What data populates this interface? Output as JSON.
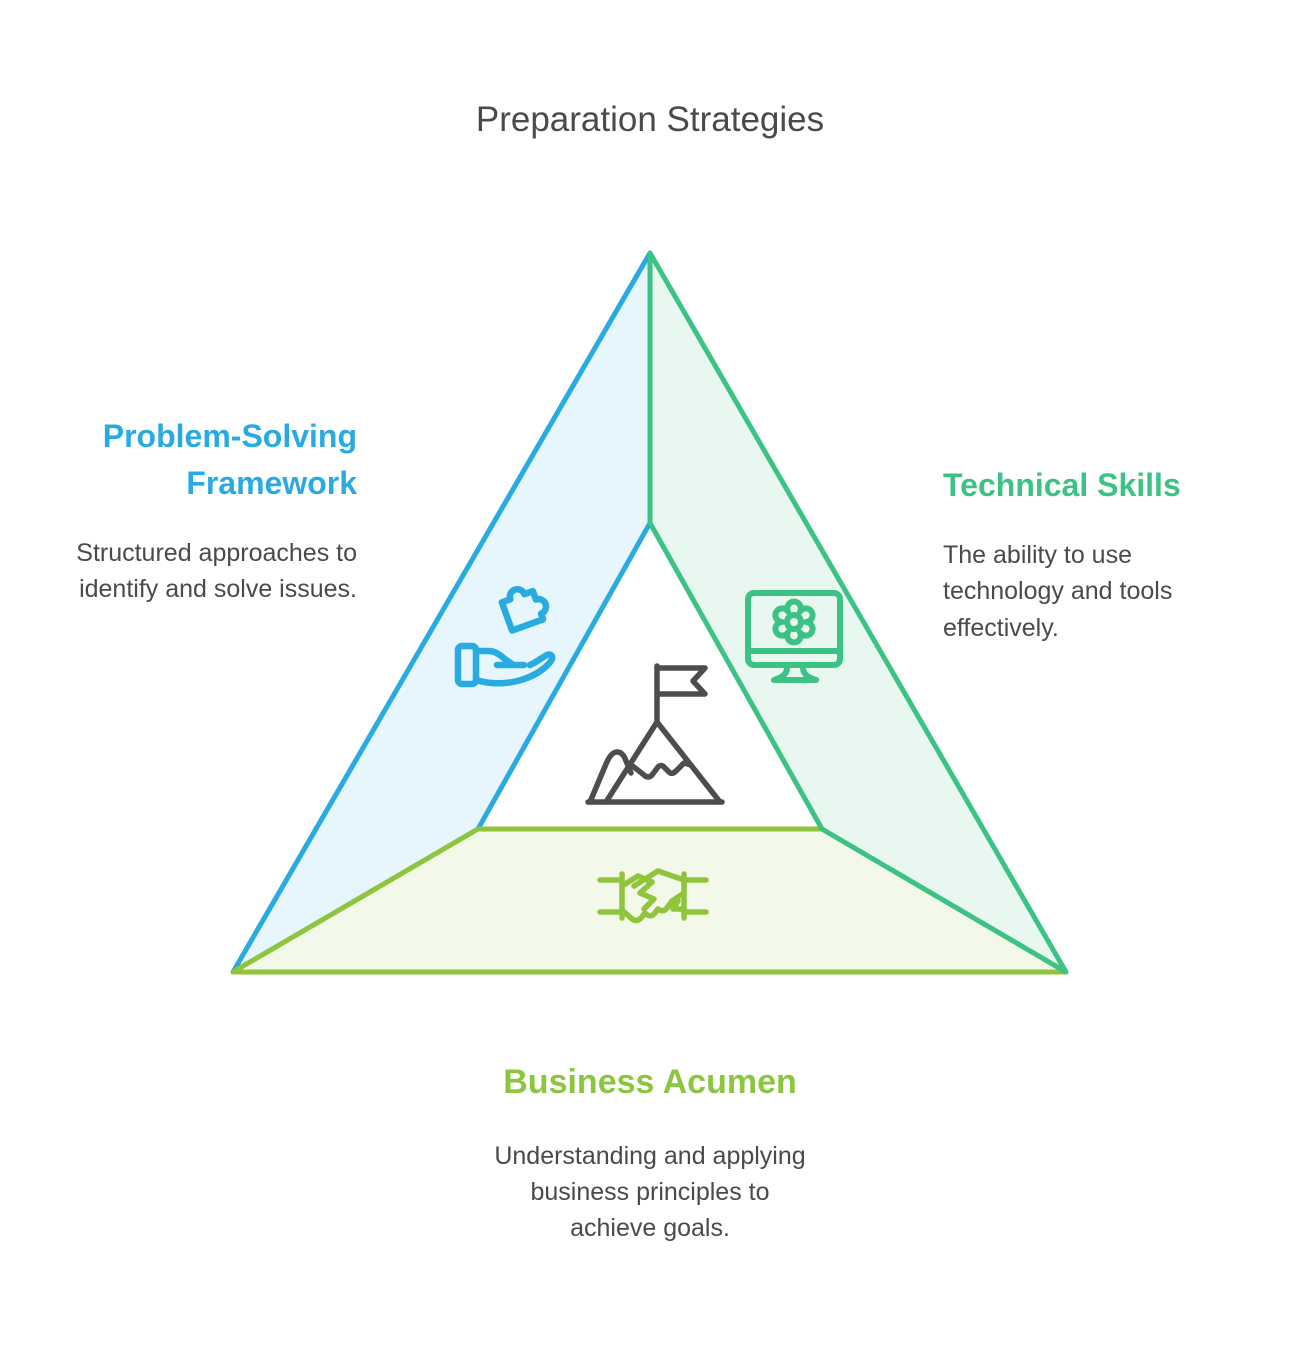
{
  "title": "Preparation Strategies",
  "colors": {
    "blue": "#29abe2",
    "green": "#3dc285",
    "lime": "#8fc43c",
    "lime_text": "#8cc63f",
    "blue_fill": "#e6f6fc",
    "green_fill": "#e8f8f0",
    "lime_fill": "#f3f9e8",
    "text_dark": "#4a4a4a",
    "icon_dark": "#4d4d4d"
  },
  "sections": [
    {
      "id": "problem-solving-framework",
      "heading": "Problem-Solving Framework",
      "description": "Structured approaches to identify and solve issues.",
      "color": "#29abe2",
      "icon": "hand-puzzle-icon",
      "position": "left"
    },
    {
      "id": "technical-skills",
      "heading": "Technical Skills",
      "description": "The ability to use technology and tools effectively.",
      "color": "#3dc285",
      "icon": "monitor-gear-icon",
      "position": "right"
    },
    {
      "id": "business-acumen",
      "heading": "Business Acumen",
      "description": "Understanding and applying business principles to achieve goals.",
      "color": "#8cc63f",
      "icon": "handshake-icon",
      "position": "bottom"
    }
  ],
  "center_icon": "mountain-flag-icon"
}
